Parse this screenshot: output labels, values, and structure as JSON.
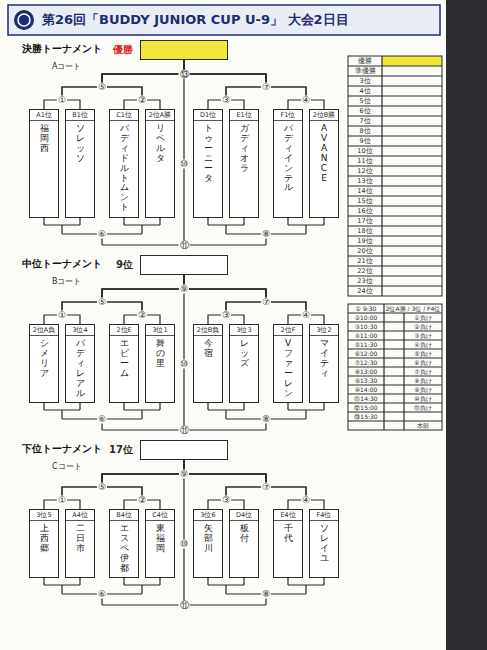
{
  "diagram": {
    "title": "第26回「BUDDY JUNIOR CUP U-9」 大会2日目",
    "nodes": [
      {
        "text": [
          "優勝"
        ]
      },
      {
        "text": [
          "A1位",
          "福岡西"
        ]
      },
      {
        "text": [
          "B1位",
          "ソレッソ"
        ]
      },
      {
        "text": [
          "C1位",
          "バディドルトムント"
        ]
      },
      {
        "text": [
          "2位A勝",
          "リベルタ"
        ]
      },
      {
        "text": [
          "D1位",
          "トゥーニータ"
        ]
      },
      {
        "text": [
          "E1位",
          "ガディオラ"
        ]
      },
      {
        "text": [
          "F1位",
          "バディインテル"
        ]
      },
      {
        "text": [
          "2位B勝",
          "AVANCE"
        ]
      },
      {
        "text": [
          "9位"
        ]
      },
      {
        "text": [
          "2位A負",
          "シメリア"
        ]
      },
      {
        "text": [
          "3位4",
          "バディレアル"
        ]
      },
      {
        "text": [
          "2位E",
          "エビーム"
        ]
      },
      {
        "text": [
          "3位1",
          "舞の里"
        ]
      },
      {
        "text": [
          "2位B負",
          "今宿"
        ]
      },
      {
        "text": [
          "3位3",
          "レッズ"
        ]
      },
      {
        "text": [
          "2位F",
          "Vファーレン"
        ]
      },
      {
        "text": [
          "3位2",
          "マイティ"
        ]
      },
      {
        "text": [
          "17位"
        ]
      },
      {
        "text": [
          "3位5",
          "上西郷"
        ]
      },
      {
        "text": [
          "A4位",
          "二日市"
        ]
      },
      {
        "text": [
          "B4位",
          "エスペ伊都"
        ]
      },
      {
        "text": [
          "C4位",
          "東福岡"
        ]
      },
      {
        "text": [
          "3位6",
          "矢部川"
        ]
      },
      {
        "text": [
          "D4位",
          "板付"
        ]
      },
      {
        "text": [
          "E4位",
          "千代"
        ]
      },
      {
        "text": [
          "F4位",
          "ソレイユ"
        ]
      }
    ],
    "edges": [
      {
        "from": 1,
        "to": 0,
        "arrow": "none"
      },
      {
        "from": 2,
        "to": 0,
        "arrow": "none"
      },
      {
        "from": 3,
        "to": 0,
        "arrow": "none"
      },
      {
        "from": 4,
        "to": 0,
        "arrow": "none"
      },
      {
        "from": 5,
        "to": 0,
        "arrow": "none"
      },
      {
        "from": 6,
        "to": 0,
        "arrow": "none"
      },
      {
        "from": 7,
        "to": 0,
        "arrow": "none"
      },
      {
        "from": 8,
        "to": 0,
        "arrow": "none"
      },
      {
        "from": 10,
        "to": 9,
        "arrow": "none"
      },
      {
        "from": 11,
        "to": 9,
        "arrow": "none"
      },
      {
        "from": 12,
        "to": 9,
        "arrow": "none"
      },
      {
        "from": 13,
        "to": 9,
        "arrow": "none"
      },
      {
        "from": 14,
        "to": 9,
        "arrow": "none"
      },
      {
        "from": 15,
        "to": 9,
        "arrow": "none"
      },
      {
        "from": 16,
        "to": 9,
        "arrow": "none"
      },
      {
        "from": 17,
        "to": 9,
        "arrow": "none"
      },
      {
        "from": 19,
        "to": 18,
        "arrow": "none"
      },
      {
        "from": 20,
        "to": 18,
        "arrow": "none"
      },
      {
        "from": 21,
        "to": 18,
        "arrow": "none"
      },
      {
        "from": 22,
        "to": 18,
        "arrow": "none"
      },
      {
        "from": 23,
        "to": 18,
        "arrow": "none"
      },
      {
        "from": 24,
        "to": 18,
        "arrow": "none"
      },
      {
        "from": 25,
        "to": 18,
        "arrow": "none"
      },
      {
        "from": 26,
        "to": 18,
        "arrow": "none"
      }
    ],
    "labels": [
      "決勝トーナメント",
      "Aコート",
      "①",
      "②",
      "③",
      "④",
      "⑤",
      "⑦",
      "⑬",
      "⑥",
      "⑧",
      "⑩",
      "⑪",
      "中位トーナメント",
      "Bコート",
      "①",
      "②",
      "③",
      "④",
      "⑤",
      "⑦",
      "⑨",
      "⑥",
      "⑧",
      "⑩",
      "⑪",
      "下位トーナメント",
      "Cコート",
      "①",
      "②",
      "③",
      "④",
      "⑤",
      "⑦",
      "⑨",
      "⑥",
      "⑧",
      "⑩",
      "⑪",
      "優勝",
      "準優勝",
      "3位",
      "4位",
      "5位",
      "6位",
      "7位",
      "8位",
      "9位",
      "10位",
      "11位",
      "12位",
      "13位",
      "14位",
      "15位",
      "16位",
      "17位",
      "18位",
      "19位",
      "20位",
      "21位",
      "22位",
      "23位",
      "24位",
      "① 9:30",
      "2位A勝 / 3位 / F4位",
      "②10:00",
      "①負け",
      "③10:30",
      "②負け",
      "④11:00",
      "③負け",
      "⑤11:30",
      "④負け",
      "⑥12:00",
      "⑤負け",
      "⑦12:30",
      "⑥負け",
      "⑧13:00",
      "⑦負け",
      "⑨13:30",
      "⑧負け",
      "⑩14:00",
      "⑨負け",
      "⑪14:30",
      "⑩負け",
      "⑫15:00",
      "⑪負け",
      "⑬15:30",
      "本部"
    ]
  }
}
